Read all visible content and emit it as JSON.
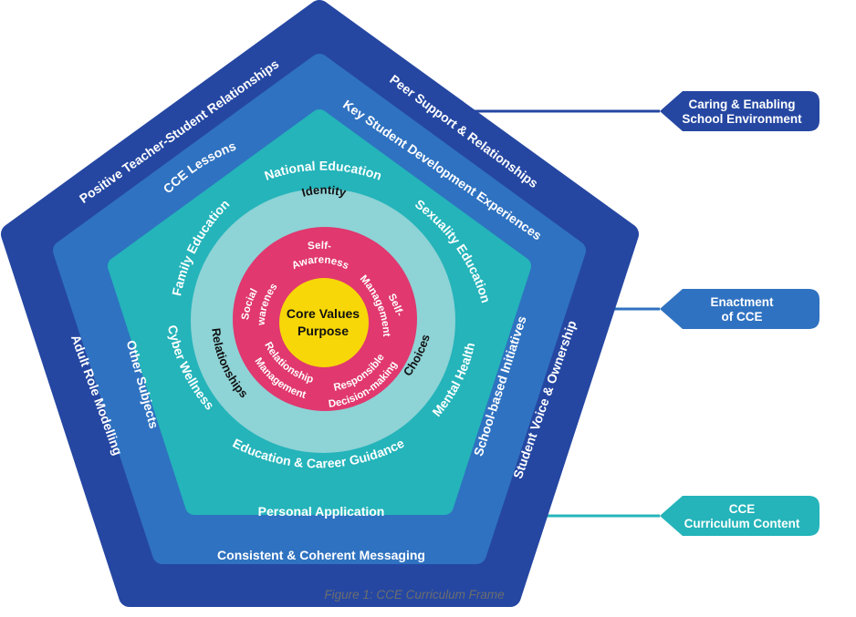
{
  "figure": {
    "caption": "Figure 1: CCE Curriculum Frame",
    "core": {
      "line1": "Core Values",
      "line2": "Purpose"
    },
    "competencies": {
      "self_awareness": [
        "Self-",
        "Awareness"
      ],
      "self_management": [
        "Self-",
        "Management"
      ],
      "responsible_decision_making": [
        "Responsible",
        "Decision-making"
      ],
      "relationship_management": [
        "Relationship",
        "Management"
      ],
      "social_awareness": [
        "Social",
        "Awareness"
      ]
    },
    "big_ideas": {
      "identity": "Identity",
      "relationships": "Relationships",
      "choices": "Choices"
    },
    "curriculum_content": {
      "national_education": "National Education",
      "sexuality_education": "Sexuality Education",
      "mental_health": "Mental Health",
      "education_career_guidance": "Education & Career Guidance",
      "cyber_wellness": "Cyber Wellness",
      "family_education": "Family Education"
    },
    "enactment": {
      "cce_lessons": "CCE Lessons",
      "key_student_development": "Key Student Development Experiences",
      "school_based_initiatives": "School-based Initiatives",
      "personal_application": "Personal Application",
      "other_subjects": "Other Subjects"
    },
    "environment": {
      "positive_relationships": "Positive Teacher-Student Relationships",
      "peer_support": "Peer Support & Relationships",
      "student_voice": "Student Voice & Ownership",
      "consistent_messaging": "Consistent & Coherent Messaging",
      "adult_role_modelling": "Adult Role Modelling"
    },
    "callouts": {
      "environment": [
        "Caring & Enabling",
        "School Environment"
      ],
      "enactment": [
        "Enactment",
        "of CCE"
      ],
      "content": [
        "CCE",
        "Curriculum Content"
      ]
    },
    "colors": {
      "outer": "#2547a2",
      "middle": "#2f72c1",
      "inner": "#24b4ba",
      "ring": "#8ed3d6",
      "competency": "#e0386f",
      "core": "#f7d708"
    }
  }
}
